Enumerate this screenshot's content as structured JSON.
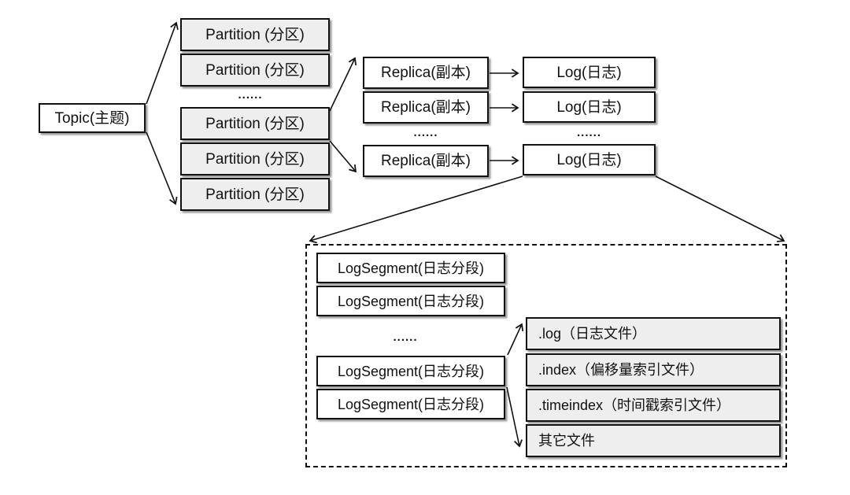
{
  "boxes": {
    "topic": "Topic(主题)",
    "partitions": [
      "Partition (分区)",
      "Partition (分区)",
      "Partition (分区)",
      "Partition (分区)",
      "Partition (分区)"
    ],
    "replicas": [
      "Replica(副本)",
      "Replica(副本)",
      "Replica(副本)"
    ],
    "logs": [
      "Log(日志)",
      "Log(日志)",
      "Log(日志)"
    ],
    "log_segments": [
      "LogSegment(日志分段)",
      "LogSegment(日志分段)",
      "LogSegment(日志分段)",
      "LogSegment(日志分段)"
    ],
    "files": [
      ".log（日志文件）",
      ".index（偏移量索引文件）",
      ".timeindex（时间戳索引文件）",
      "其它文件"
    ]
  },
  "ellipsis": "......",
  "connections": [
    {
      "from": "topic",
      "to": "partition-1"
    },
    {
      "from": "topic",
      "to": "partition-5"
    },
    {
      "from": "partition-3",
      "to": "replica-1"
    },
    {
      "from": "partition-3",
      "to": "replica-3"
    },
    {
      "from": "replica-1",
      "to": "log-1"
    },
    {
      "from": "replica-2",
      "to": "log-2"
    },
    {
      "from": "replica-3",
      "to": "log-3"
    },
    {
      "from": "log-3",
      "to": "log-structure-container-left"
    },
    {
      "from": "log-3",
      "to": "log-structure-container-right"
    },
    {
      "from": "log-segment-3",
      "to": "file-log"
    },
    {
      "from": "log-segment-3",
      "to": "file-other"
    }
  ],
  "colors": {
    "background": "#ffffff",
    "border": "#111111",
    "box_fill_grey": "#eeeeee",
    "box_fill_white": "#ffffff",
    "text": "#111111"
  }
}
